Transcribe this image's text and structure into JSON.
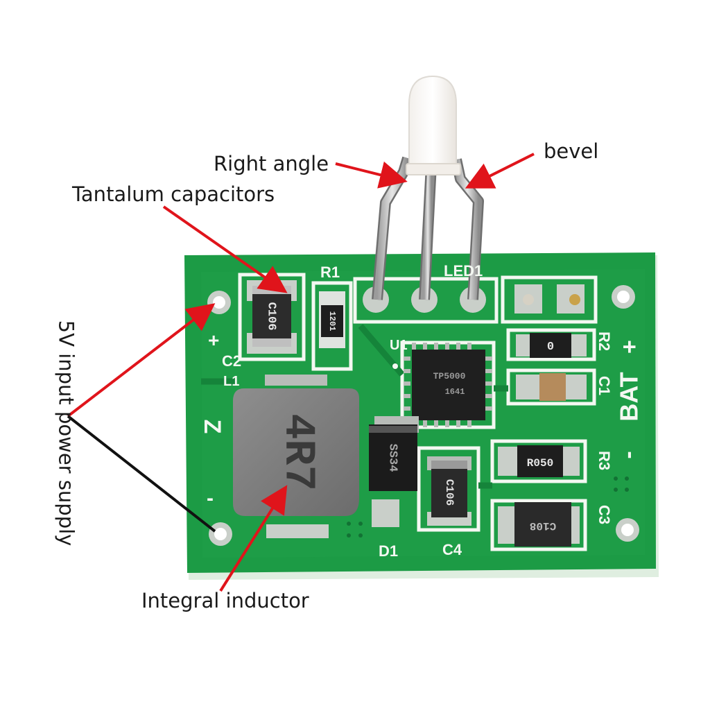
{
  "callouts": {
    "right_angle": "Right angle",
    "bevel": "bevel",
    "tantalum": "Tantalum capacitors",
    "input_supply": "5V input power supply",
    "inductor": "Integral inductor"
  },
  "silkscreen": {
    "r1": "R1",
    "led": "LED1",
    "u1": "U1",
    "c2": "C2",
    "l1": "L1",
    "plus": "+",
    "minus": "-",
    "input_marker": "Z",
    "r2": "R2",
    "c1": "C1",
    "bat": "BAT",
    "bat_plus": "+",
    "bat_minus": "-",
    "r3": "R3",
    "c3": "C3",
    "d1": "D1",
    "c4": "C4"
  },
  "components": {
    "c2_marking": "C106",
    "r1_marking": "1201",
    "chip_marking": "TP5000",
    "chip_date": "1641",
    "r2_marking": "0",
    "inductor_marking": "4R7",
    "diode_marking": "SS34",
    "r3_marking": "R050",
    "c4_marking": "C106",
    "c3_marking": "C108"
  },
  "colors": {
    "pcb": "#1c9b45",
    "pcb_dark": "#147a36",
    "silkscreen": "#f4f8f2",
    "pad": "#c9cfc9",
    "arrow_red": "#e0141b",
    "line_black": "#111111"
  }
}
